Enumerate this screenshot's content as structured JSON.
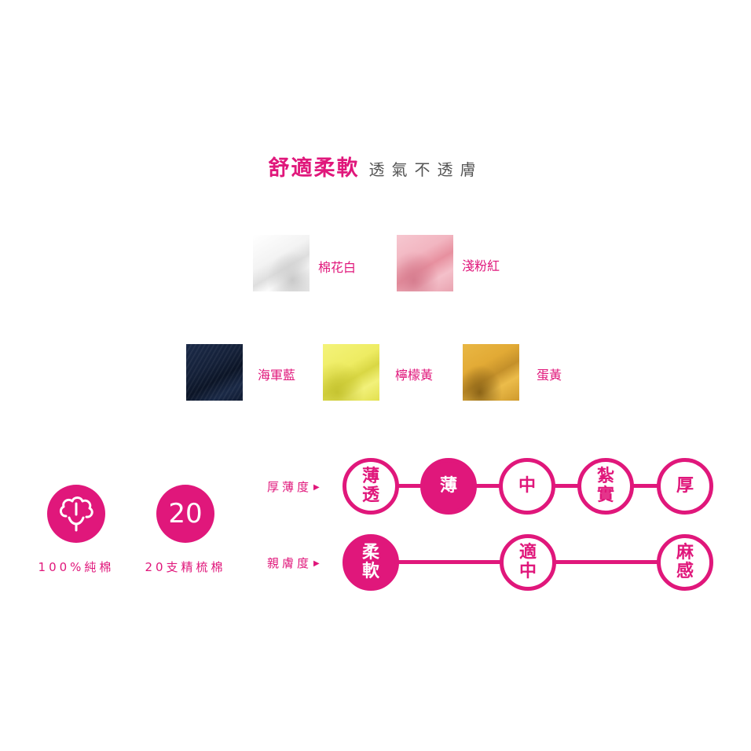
{
  "theme": {
    "accent": "#e0177b"
  },
  "headline": {
    "main": "舒適柔軟",
    "sub": "透氣不透膚"
  },
  "colors": [
    {
      "label": "棉花白"
    },
    {
      "label": "淺粉紅"
    },
    {
      "label": "海軍藍"
    },
    {
      "label": "檸檬黃"
    },
    {
      "label": "蛋黃"
    }
  ],
  "features": [
    {
      "icon": "cotton-icon",
      "label": "100%純棉"
    },
    {
      "number": "20",
      "label": "20支精梳棉"
    }
  ],
  "scales": {
    "thickness": {
      "label": "厚薄度",
      "selected_index": 1,
      "levels": [
        "薄\n透",
        "薄",
        "中",
        "紮\n實",
        "厚"
      ]
    },
    "feel": {
      "label": "親膚度",
      "selected_index": 0,
      "levels": [
        "柔\n軟",
        "適\n中",
        "麻\n感"
      ]
    }
  }
}
